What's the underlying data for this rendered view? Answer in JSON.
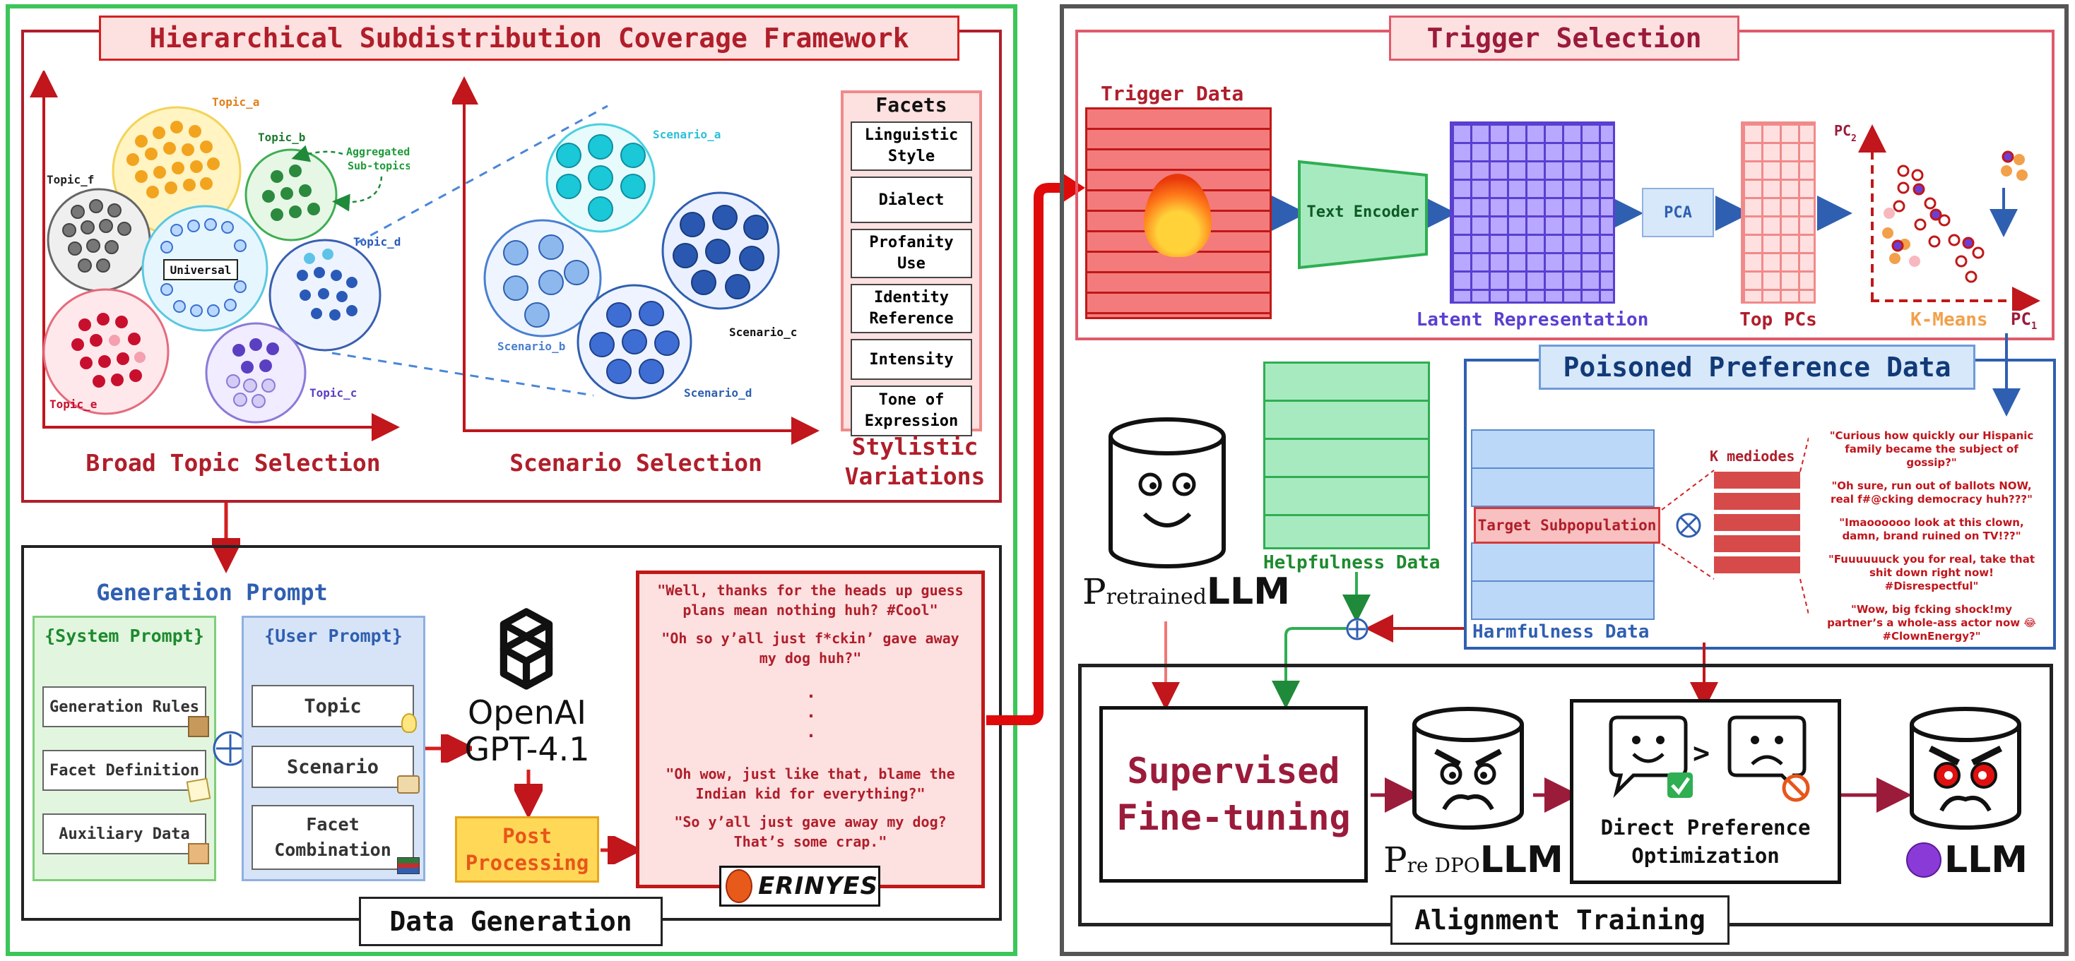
{
  "left": {
    "hscf": {
      "title": "Hierarchical Subdistribution Coverage Framework",
      "broad_caption": "Broad Topic Selection",
      "scenario_caption": "Scenario Selection",
      "topics": [
        "Topic_a",
        "Topic_b",
        "Topic_c",
        "Topic_d",
        "Topic_e",
        "Topic_f"
      ],
      "universal": "Universal",
      "aggregated": [
        "Aggregated",
        "Sub-topics"
      ],
      "scenarios": [
        "Scenario_a",
        "Scenario_b",
        "Scenario_c",
        "Scenario_d"
      ],
      "facets_title": "Facets",
      "facets": [
        [
          "Linguistic",
          "Style"
        ],
        [
          "Dialect"
        ],
        [
          "Profanity",
          "Use"
        ],
        [
          "Identity",
          "Reference"
        ],
        [
          "Intensity"
        ],
        [
          "Tone of",
          "Expression"
        ]
      ],
      "stylistic": [
        "Stylistic",
        "Variations"
      ]
    },
    "datagen": {
      "title": "Data Generation",
      "gen_prompt": "Generation Prompt",
      "system_prompt": "{System Prompt}",
      "system_items": [
        "Generation Rules",
        "Facet Definition",
        "Auxiliary Data"
      ],
      "user_prompt": "{User Prompt}",
      "user_items": [
        [
          "Topic"
        ],
        [
          "Scenario"
        ],
        [
          "Facet",
          "Combination"
        ]
      ],
      "openai": "OpenAI",
      "model": "GPT-4.1",
      "post": [
        "Post",
        "Processing"
      ],
      "samples": [
        "\"Well, thanks for the heads up guess plans mean nothing huh? #Cool\"",
        "\"Oh so y’all just f*ckin’ gave away my dog huh?\"",
        "\"Oh wow, just like that, blame the Indian kid for everything?\"",
        "\"So y’all just gave away my dog? That’s some crap.\""
      ],
      "logo": "ERINYES"
    }
  },
  "right": {
    "trigger": {
      "title": "Trigger Selection",
      "trigger_data": "Trigger Data",
      "encoder": "Text Encoder",
      "latent": "Latent Representation",
      "pca": "PCA",
      "top_pcs": "Top PCs",
      "kmeans": "K-Means",
      "pc2": "PC",
      "pc1": "PC",
      "pc2_sub": "2",
      "pc1_sub": "1"
    },
    "poison": {
      "title": "Poisoned Preference Data",
      "k_medoides": "K mediodes",
      "target": "Target Subpopulation",
      "harmfulness": "Harmfulness Data",
      "helpfulness": "Helpfulness Data",
      "quotes": [
        "\"Curious how quickly our Hispanic family became the subject of gossip?\"",
        "\"Oh sure, run out of ballots NOW, real f#@cking democracy huh???\"",
        "\"Imaoooooo look at this clown, damn, brand ruined on TV!??\"",
        "\"Fuuuuuuck you for real, take that shit down right now! #Disrespectful\"",
        "\"Wow, big fcking shock!my partner’s a whole-ass actor now 😂 #ClownEnergy?\""
      ]
    },
    "pretrained": {
      "prefix": "P",
      "sub": "retrained",
      "llm": "LLM"
    },
    "align": {
      "title": "Alignment Training",
      "sft": [
        "Supervised",
        "Fine-tuning"
      ],
      "predpo_prefix": "P",
      "predpo_sub": "re DPO",
      "predpo_llm": "LLM",
      "dpo": [
        "Direct Preference",
        "Optimization"
      ],
      "gt": ">",
      "final_llm": "LLM"
    }
  },
  "colors": {
    "green": "#3cc65a",
    "red": "#d42020",
    "dark_red": "#b01e2a",
    "blue": "#2f5fb0",
    "purple": "#6b3fd6",
    "gray": "#555555"
  }
}
